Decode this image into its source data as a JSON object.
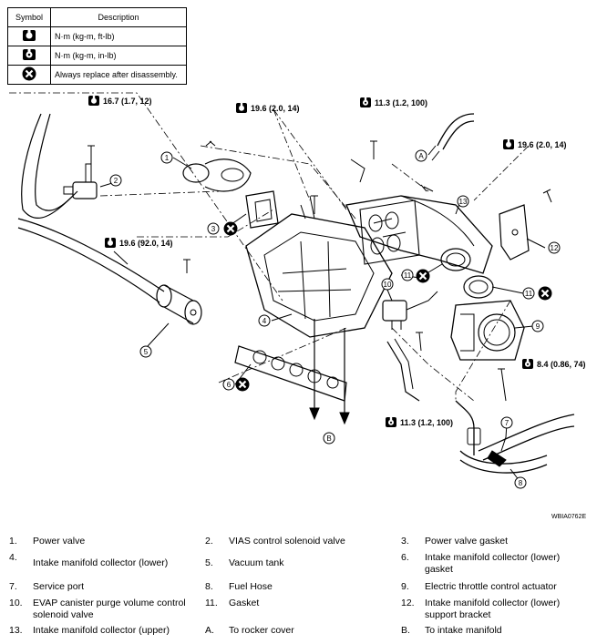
{
  "legend": {
    "header_symbol": "Symbol",
    "header_description": "Description",
    "rows": [
      {
        "icon": "torque-wrench-ftlb-icon",
        "text": "N·m (kg-m, ft-lb)"
      },
      {
        "icon": "torque-wrench-inlb-icon",
        "text": "N·m (kg-m, in-lb)"
      },
      {
        "icon": "replace-x-icon",
        "text": "Always replace after disassembly."
      }
    ]
  },
  "torques": {
    "t1": "16.7 (1.7, 12)",
    "t2": "19.6 (2.0, 14)",
    "t3": "11.3 (1.2, 100)",
    "t4": "19.6 (2.0, 14)",
    "t5": "19.6 (92.0, 14)",
    "t6": "8.4 (0.86, 74)",
    "t7": "11.3 (1.2, 100)"
  },
  "callouts": {
    "c1": "1",
    "c2": "2",
    "c3": "3",
    "c4": "4",
    "c5": "5",
    "c6": "6",
    "c7": "7",
    "c8": "8",
    "c9": "9",
    "c10": "10",
    "c11a": "11",
    "c11b": "11",
    "c12": "12",
    "c13": "13",
    "cA": "A",
    "cB": "B"
  },
  "figure_code": "WBIA0762E",
  "parts": [
    [
      {
        "num": "1.",
        "text": "Power valve"
      },
      {
        "num": "2.",
        "text": "VIAS control solenoid valve"
      },
      {
        "num": "3.",
        "text": "Power valve gasket"
      }
    ],
    [
      {
        "num": "4.",
        "text": "Intake manifold collector (lower)"
      },
      {
        "num": "5.",
        "text": "Vacuum tank"
      },
      {
        "num": "6.",
        "text": "Intake manifold collector (lower) gasket"
      }
    ],
    [
      {
        "num": "7.",
        "text": "Service port"
      },
      {
        "num": "8.",
        "text": "Fuel Hose"
      },
      {
        "num": "9.",
        "text": "Electric throttle control actuator"
      }
    ],
    [
      {
        "num": "10.",
        "text": "EVAP canister purge volume control solenoid valve"
      },
      {
        "num": "11.",
        "text": "Gasket"
      },
      {
        "num": "12.",
        "text": "Intake manifold collector (lower) support bracket"
      }
    ],
    [
      {
        "num": "13.",
        "text": "Intake manifold collector (upper)"
      },
      {
        "num": "A.",
        "text": "To rocker cover"
      },
      {
        "num": "B.",
        "text": "To intake manifold"
      }
    ]
  ]
}
